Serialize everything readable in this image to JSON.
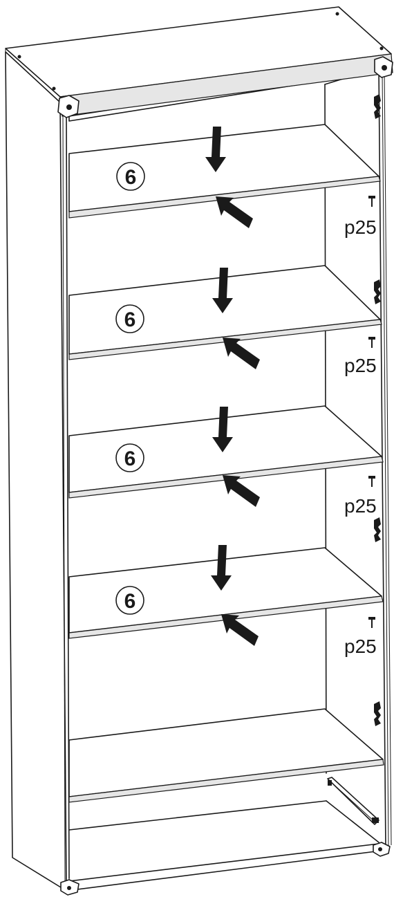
{
  "diagram": {
    "shelves": [
      {
        "part_number": "6",
        "hardware_label": "p25"
      },
      {
        "part_number": "6",
        "hardware_label": "p25"
      },
      {
        "part_number": "6",
        "hardware_label": "p25"
      },
      {
        "part_number": "6",
        "hardware_label": "p25"
      }
    ],
    "icons": {
      "insert_arrow": "down-arrow-icon",
      "slide_arrow": "diagonal-arrow-icon",
      "hinge": "hinge-icon",
      "shelf_pin": "shelf-pin-icon",
      "drawer_runner": "drawer-runner-icon",
      "corner_connector": "cam-connector-icon"
    }
  }
}
